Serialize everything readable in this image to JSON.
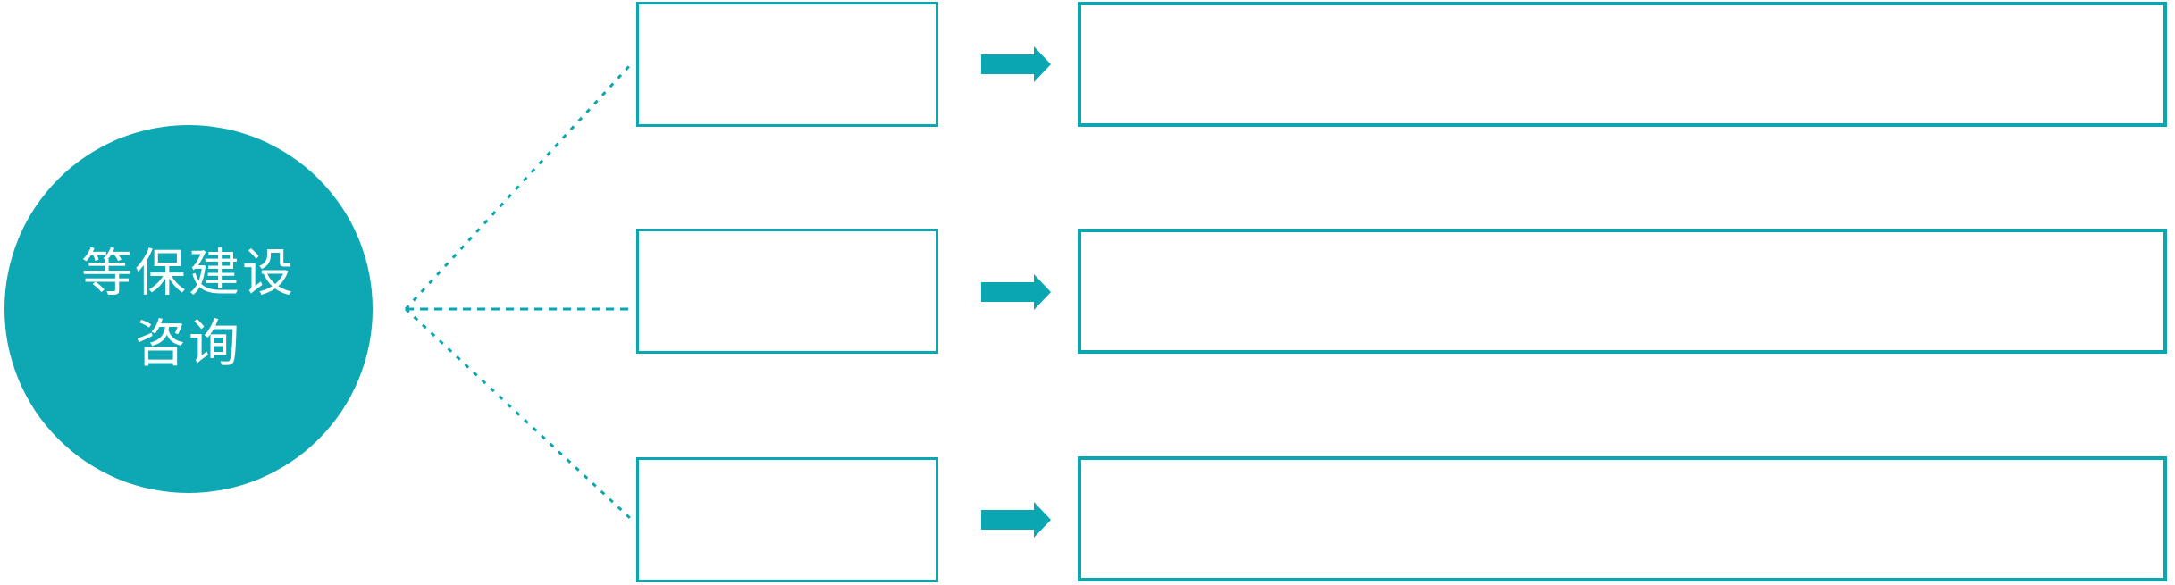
{
  "colors": {
    "accent": "#0aa7b3",
    "circle_fill": "#0da8b4",
    "text_on_circle": "#ffffff",
    "background": "#ffffff"
  },
  "circle": {
    "line1": "等保建设",
    "line2": "咨询"
  },
  "rows": [
    {
      "category_label": "",
      "detail_label": ""
    },
    {
      "category_label": "",
      "detail_label": ""
    },
    {
      "category_label": "",
      "detail_label": ""
    }
  ],
  "icons": {
    "arrow": "arrow-right-icon",
    "connector": "dotted-connector-line"
  }
}
